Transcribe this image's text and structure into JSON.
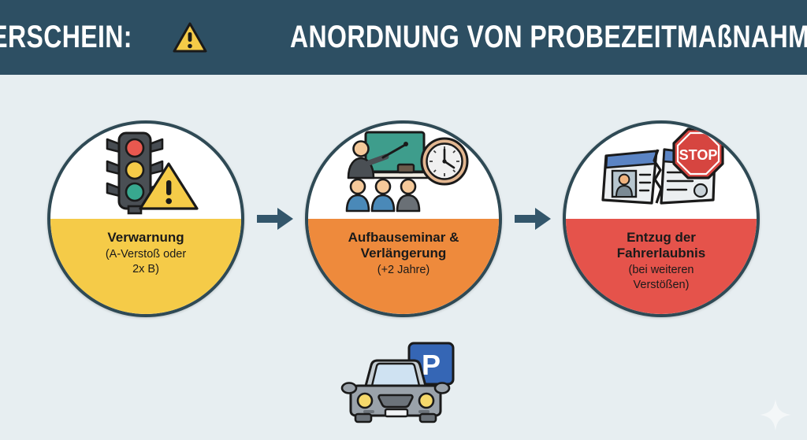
{
  "header": {
    "title": "FÜHRERSCHEIN: ANORDNUNG VON PROBEZEITMAßNAHMEN",
    "title_prefix": "FÜHRERSCHEIN:",
    "title_suffix": "ANORDNUNG VON PROBEZEITMAßNAHMEN",
    "warning_icon": "warning-triangle-icon",
    "background_color": "#2d4f63",
    "text_color": "#ffffff"
  },
  "page": {
    "background_color": "#e7eef1",
    "accent_dark": "#2f4a55"
  },
  "steps": [
    {
      "id": "verwarnung",
      "title": "Verwarnung",
      "subtitle": "(A-Verstoß oder 2x B)",
      "subtitle_lines": [
        "(A-Verstoß oder",
        "2x B)"
      ],
      "color": "#f5cb48",
      "icons": [
        "traffic-light-icon",
        "warning-triangle-icon"
      ]
    },
    {
      "id": "aufbauseminar",
      "title": "Aufbauseminar & Verlängerung",
      "title_lines": [
        "Aufbauseminar &",
        "Verlängerung"
      ],
      "subtitle": "(+2 Jahre)",
      "subtitle_lines": [
        "(+2 Jahre)"
      ],
      "color": "#ee8a3c",
      "icons": [
        "classroom-seminar-icon",
        "clock-icon"
      ]
    },
    {
      "id": "entzug",
      "title": "Entzug der Fahrerlaubnis",
      "title_lines": [
        "Entzug der",
        "Fahrerlaubnis"
      ],
      "subtitle": "(bei weiteren Verstößen)",
      "subtitle_lines": [
        "(bei weiteren",
        "Verstößen)"
      ],
      "color": "#e5534b",
      "icons": [
        "torn-drivers-license-icon",
        "stop-sign-icon"
      ]
    }
  ],
  "connectors": [
    {
      "id": "arrow-1",
      "icon": "arrow-right-icon",
      "color": "#33566b"
    },
    {
      "id": "arrow-2",
      "icon": "arrow-right-icon",
      "color": "#33566b"
    }
  ],
  "footer": {
    "car_icon": "car-with-parking-sign-icon",
    "parking_sign_letter": "P",
    "parking_sign_color": "#3566b5",
    "sparkle_icon": "sparkle-icon"
  },
  "stop_sign": {
    "text": "STOP",
    "color": "#d64540"
  }
}
